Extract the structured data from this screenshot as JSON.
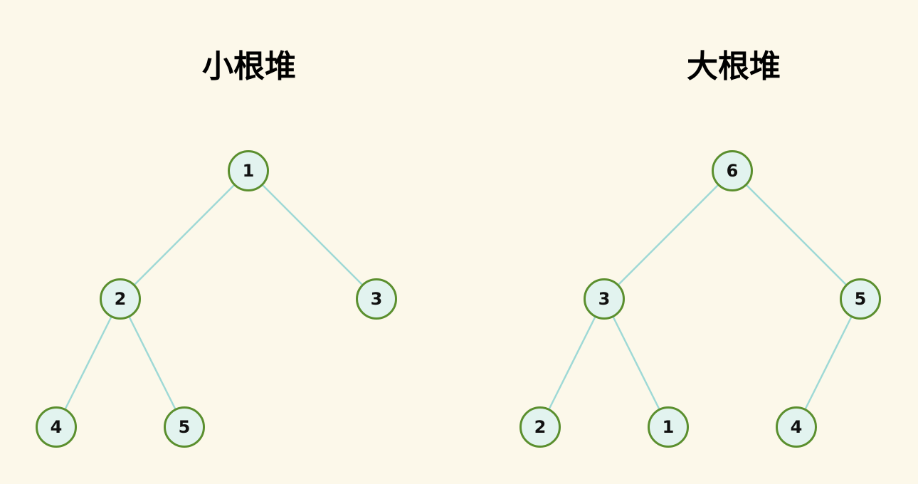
{
  "min_heap": {
    "title": "小根堆",
    "nodes": [
      "1",
      "2",
      "3",
      "4",
      "5"
    ]
  },
  "max_heap": {
    "title": "大根堆",
    "nodes": [
      "6",
      "3",
      "5",
      "2",
      "1",
      "4"
    ]
  },
  "colors": {
    "background": "#fcf8ea",
    "node_fill": "#e2f3ef",
    "node_border": "#5b8f2e",
    "edge": "#9fd9d6"
  }
}
